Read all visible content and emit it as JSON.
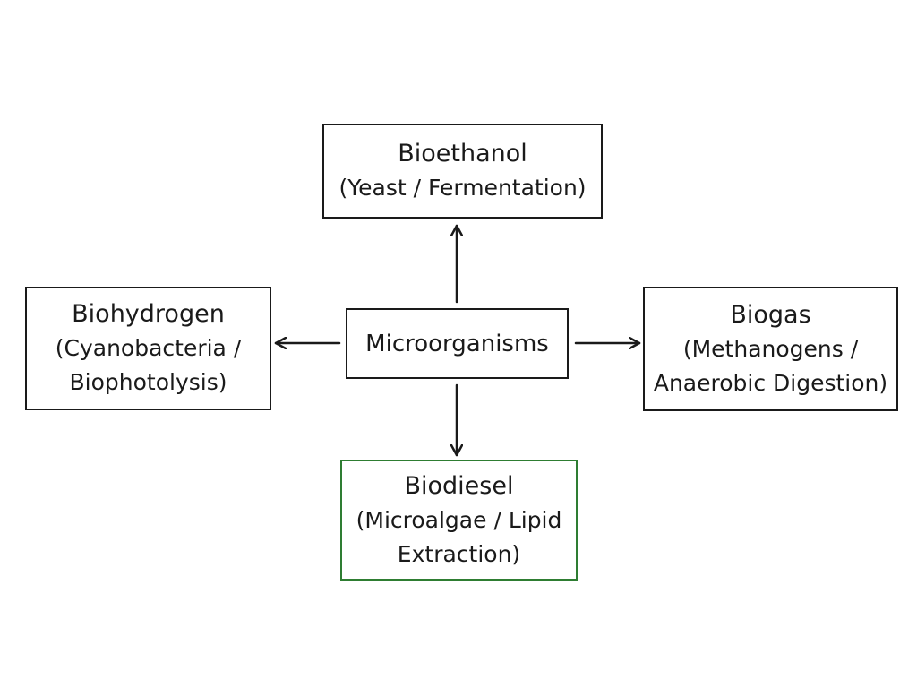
{
  "colors": {
    "stroke": "#1a1a1a",
    "highlight_border": "#2e7d32",
    "background": "#ffffff"
  },
  "center": {
    "label": "Microorganisms"
  },
  "nodes": {
    "bioethanol": {
      "title": "Bioethanol",
      "lines": [
        "(Yeast / Fermentation)"
      ]
    },
    "biohydrogen": {
      "title": "Biohydrogen",
      "lines": [
        "(Cyanobacteria /",
        "Biophotolysis)"
      ]
    },
    "biogas": {
      "title": "Biogas",
      "lines": [
        "(Methanogens /",
        "Anaerobic Digestion)"
      ]
    },
    "biodiesel": {
      "title": "Biodiesel",
      "lines": [
        "(Microalgae / Lipid",
        "Extraction)"
      ]
    }
  }
}
